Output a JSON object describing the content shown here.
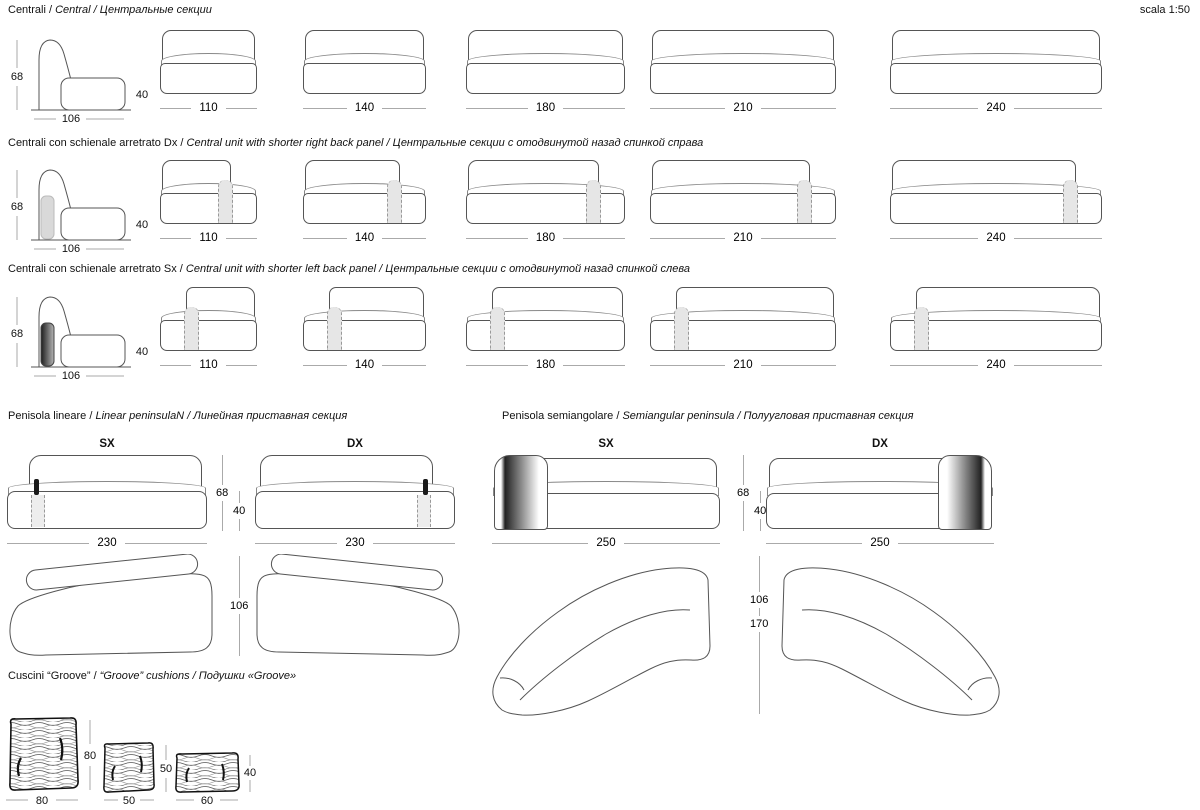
{
  "scale_label": "scala 1:50",
  "sections": {
    "central": {
      "label_it": "Centrali / ",
      "label_trans": "Central / Центральные секции"
    },
    "central_dx": {
      "label_it": "Centrali con schienale arretrato Dx / ",
      "label_trans": "Central unit with shorter right back panel / Центральные секции с отодвинутой назад спинкой справа"
    },
    "central_sx": {
      "label_it": "Centrali con schienale arretrato Sx / ",
      "label_trans": "Central unit with shorter left back panel / Центральные секции с отодвинутой назад спинкой слева"
    }
  },
  "modules": {
    "height_total": "68",
    "seat_height": "40",
    "side_width": "106",
    "front_widths": [
      "110",
      "140",
      "180",
      "210",
      "240"
    ]
  },
  "peninsulas": {
    "linear": {
      "label_it": "Penisola lineare / ",
      "label_trans": "Linear peninsulaN / Линейная приставная секция",
      "sx_label": "SX",
      "dx_label": "DX",
      "width": "230",
      "depth": "106",
      "height_total": "68",
      "seat_height": "40"
    },
    "semiangular": {
      "label_it": "Penisola semiangolare / ",
      "label_trans": "Semiangular peninsula / Полуугловая приставная секция",
      "sx_label": "SX",
      "dx_label": "DX",
      "width": "250",
      "depth": "106",
      "depth_total": "170",
      "height_total": "68",
      "seat_height": "40"
    }
  },
  "cushions": {
    "label_it": "Cuscini “Groove” / ",
    "label_trans": "“Groove” cushions / Подушки «Groove»",
    "items": [
      {
        "width_label": "80",
        "height_label": "80"
      },
      {
        "width_label": "50",
        "height_label": "50"
      },
      {
        "width_label": "60",
        "height_label": "40"
      }
    ]
  }
}
